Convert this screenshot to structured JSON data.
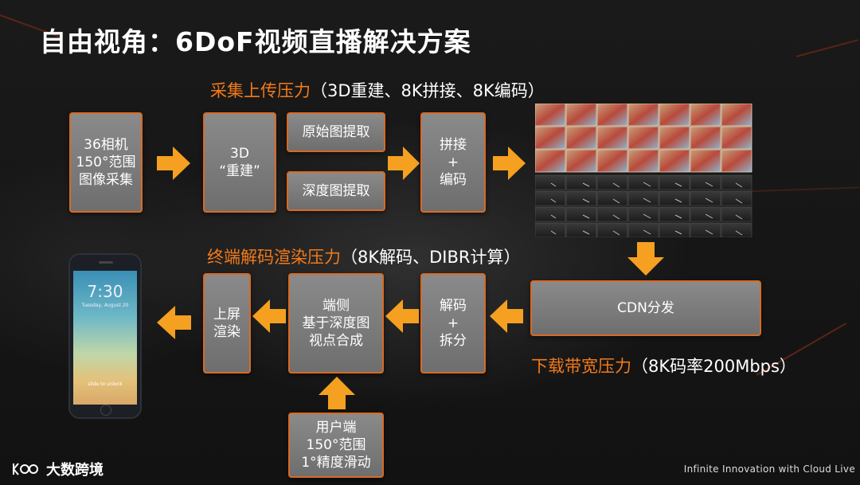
{
  "title": "自由视角：6DoF视频直播解决方案",
  "headings": {
    "capture": {
      "highlight": "采集上传压力",
      "rest": "（3D重建、8K拼接、8K编码）"
    },
    "terminal": {
      "highlight": "终端解码渲染压力",
      "rest": "（8K解码、DIBR计算）"
    },
    "download": {
      "highlight": "下载带宽压力",
      "rest": "（8K码率200Mbps）"
    }
  },
  "boxes": {
    "camera_capture": "36相机\n150°范围\n图像采集",
    "reconstruct": "3D\n“重建”",
    "original_extract": "原始图提取",
    "depth_extract": "深度图提取",
    "stitch_encode": "拼接\n+\n编码",
    "cdn": "CDN分发",
    "decode_split": "解码\n+\n拆分",
    "endpoint_synthesis": "端侧\n基于深度图\n视点合成",
    "screen_render": "上屏\n渲染",
    "user_end": "用户端\n150°范围\n1°精度滑动"
  },
  "phone": {
    "time": "7:30",
    "date": "Tuesday, August 20",
    "unlock": "slide to unlock"
  },
  "footer": {
    "logo_text": "大数跨境",
    "tagline": "Infinite Innovation with Cloud Live"
  },
  "colors": {
    "accent": "#f27a1a",
    "arrow": "#f5a020",
    "box_border": "#d86a23",
    "box_fill": "#7d7d7d"
  }
}
